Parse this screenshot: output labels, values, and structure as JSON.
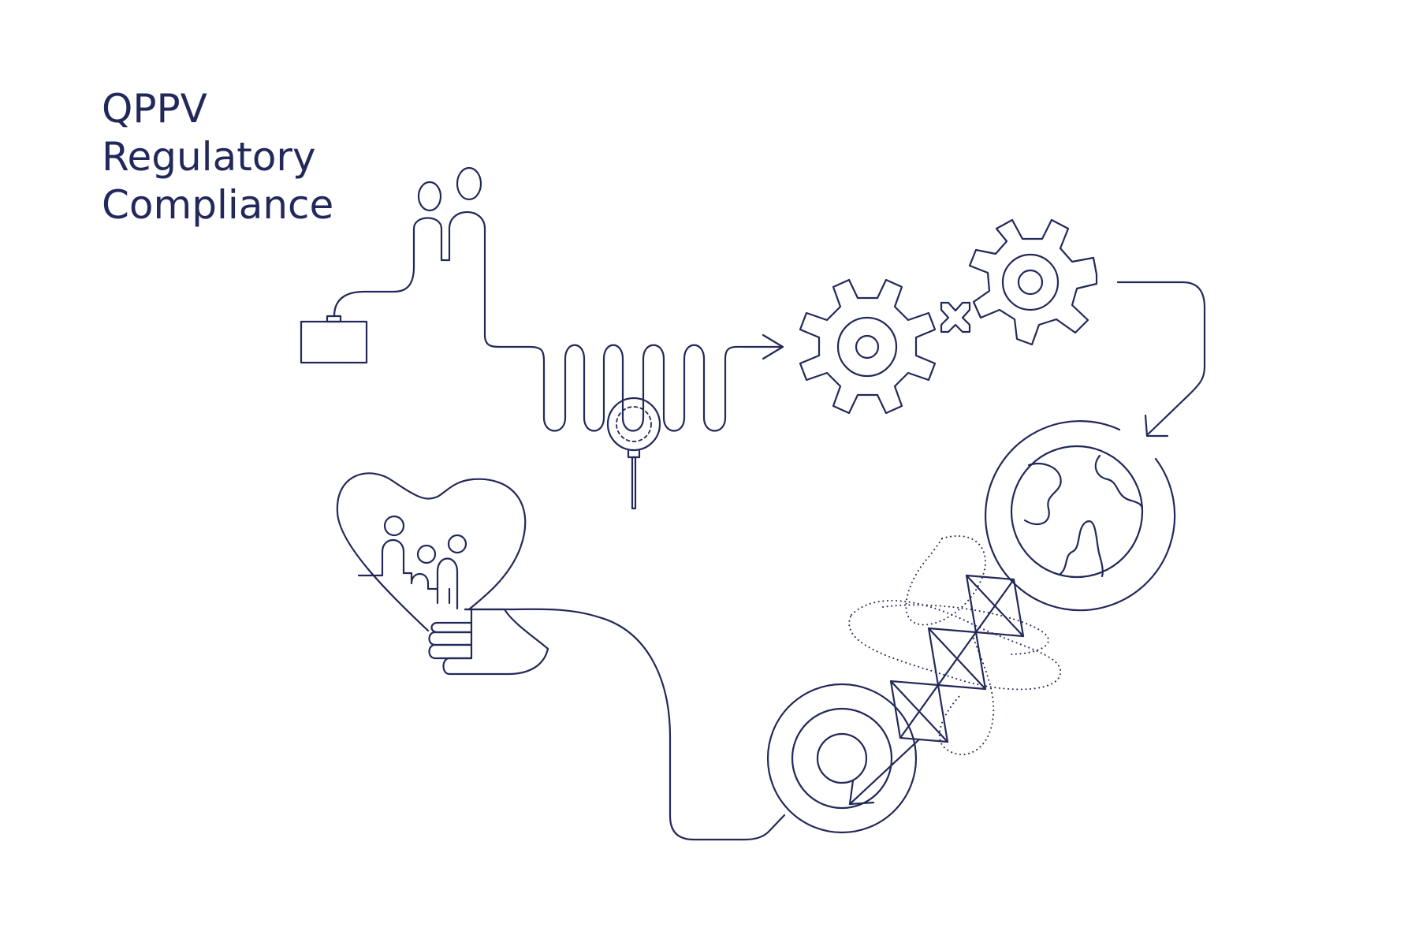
{
  "title": {
    "lines": [
      "QPPV",
      "Regulatory",
      "Compliance"
    ]
  },
  "colors": {
    "ink": "#22295a",
    "background": "#ffffff"
  },
  "icons": [
    "briefcase-icon",
    "people-icon",
    "magnifier-icon",
    "gear-icon",
    "globe-icon",
    "dna-icon",
    "target-icon",
    "heart-family-icon",
    "hand-icon"
  ]
}
